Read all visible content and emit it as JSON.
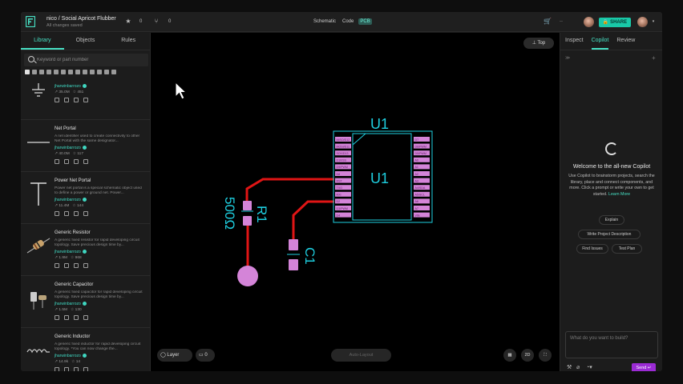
{
  "topbar": {
    "title": "nico / Social Apricot Flubber",
    "subtitle": "All changes saved",
    "stars": "0",
    "forks": "0",
    "modes": [
      "Schematic",
      "Code",
      "PCB"
    ],
    "active_mode": "PCB",
    "cart_label": "--",
    "share_label": "SHARE"
  },
  "left_panel": {
    "tabs": [
      "Library",
      "Objects",
      "Rules"
    ],
    "active_tab": "Library",
    "search_placeholder": "Keyword or part number",
    "components": [
      {
        "name": "",
        "desc": "",
        "author": "jharwinbarrozo",
        "downloads": "35.0M",
        "stars": "451"
      },
      {
        "name": "Net Portal",
        "desc": "A net identifier used to create connectivity to other Net Portal with the same designator...",
        "author": "jharwinbarrozo",
        "downloads": "40.0M",
        "stars": "117"
      },
      {
        "name": "Power Net Portal",
        "desc": "Power net portal is a special schematic object used to define a power or ground net. Power...",
        "author": "jharwinbarrozo",
        "downloads": "11.4M",
        "stars": "144"
      },
      {
        "name": "Generic Resistor",
        "desc": "A generic fixed resistor for rapid developing circuit topology. Save precious design time by...",
        "author": "jharwinbarrozo",
        "downloads": "1.9M",
        "stars": "968"
      },
      {
        "name": "Generic Capacitor",
        "desc": "A generic fixed capacitor for rapid developing circuit topology. Save precious design time by...",
        "author": "jharwinbarrozo",
        "downloads": "1.5M",
        "stars": "130"
      },
      {
        "name": "Generic Inductor",
        "desc": "A generic fixed inductor for rapid developing circuit topology. *You can now change the...",
        "author": "jharwinbarrozo",
        "downloads": "14.9k",
        "stars": "14"
      }
    ]
  },
  "canvas": {
    "view_button": "Top",
    "layer_label": "Layer",
    "comments_count": "0",
    "autolayout_label": "Auto-Layout",
    "view_2d": "2D",
    "u1_label": "U1",
    "u1_inner_label": "U1",
    "r1_label": "R1",
    "r1_value": "500Ω",
    "c1_label": "C1",
    "u1_left_pins": [
      "MISO/D12",
      "MOSI/D11",
      "SCK/D13",
      "D10/SS",
      "D9/PWM",
      "D8",
      "RST",
      "TXO",
      "RXI",
      "D2",
      "D3/PWM",
      "D4"
    ],
    "u1_right_pins": [
      "D7",
      "D6/PWM",
      "D5/PWM",
      "A0",
      "A1",
      "A2",
      "A3",
      "A4/SDA",
      "A5/SCL",
      "A6",
      "A7",
      "VIN"
    ]
  },
  "right_panel": {
    "tabs": [
      "Inspect",
      "Copilot",
      "Review"
    ],
    "active_tab": "Copilot",
    "welcome_title": "Welcome to the all-new Copilot",
    "welcome_body": "Use Copilot to brainstorm projects, search the library, place and connect components, and more. Click a prompt or write your own to get started.",
    "learn_more": "Learn More",
    "chips": [
      "Explain",
      "Write Project Description",
      "Find Issues",
      "Test Plan"
    ],
    "prompt_placeholder": "What do you want to build?",
    "send_label": "Send"
  },
  "colors": {
    "accent": "#47e0c4",
    "trace": "#e01515",
    "pad": "#d484d8",
    "silkscreen": "#1ecfe0",
    "send": "#9b2bd4"
  }
}
